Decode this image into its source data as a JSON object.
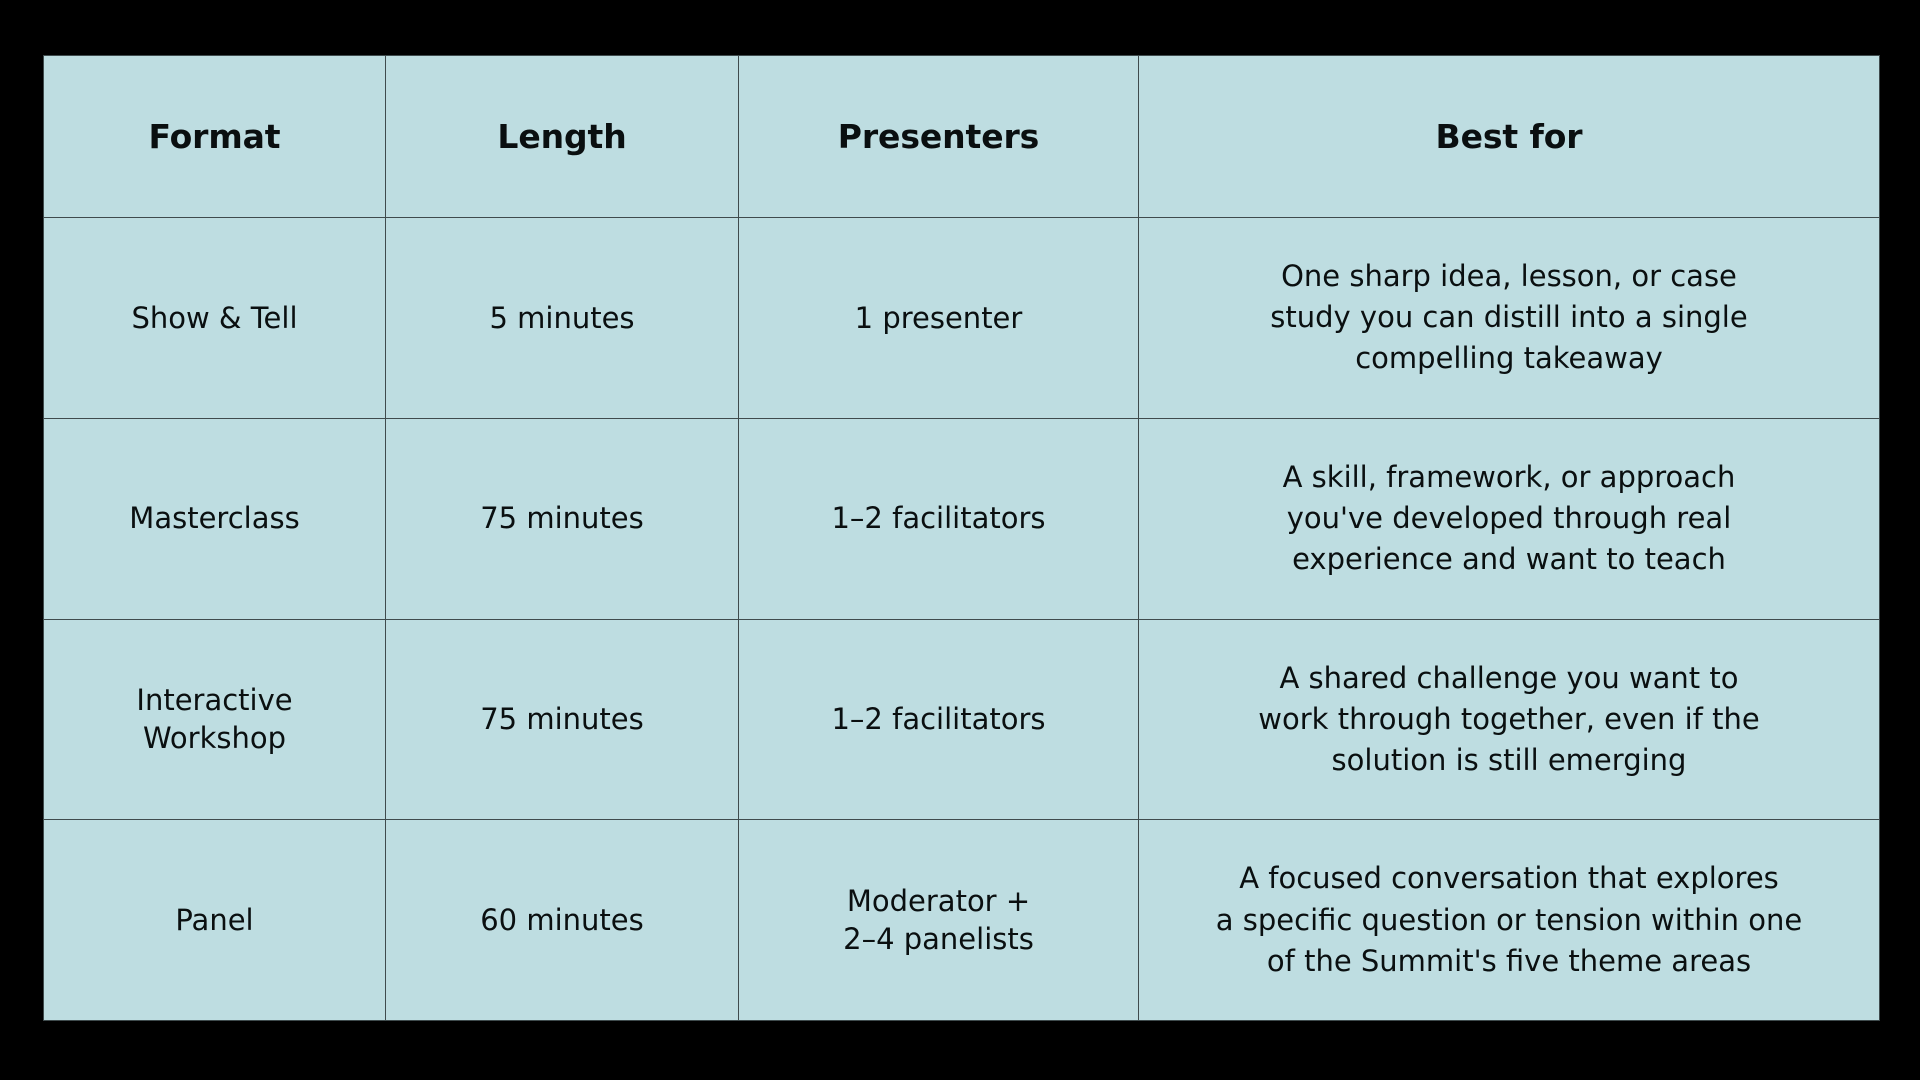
{
  "slide": {
    "background_color": "#000000",
    "table_fill_color": "#bedde1",
    "table_border_color": "#3f4b4d",
    "text_color": "#0a0f10"
  },
  "table": {
    "columns": [
      {
        "key": "format",
        "label": "Format"
      },
      {
        "key": "length",
        "label": "Length"
      },
      {
        "key": "presenters",
        "label": "Presenters"
      },
      {
        "key": "best_for",
        "label": "Best for"
      }
    ],
    "rows": [
      {
        "format": "Show & Tell",
        "format_lines": [
          "Show & Tell"
        ],
        "length": "5 minutes",
        "presenters": "1 presenter",
        "presenters_lines": [
          "1 presenter"
        ],
        "best_for": "One sharp idea, lesson, or case study you can distill into a single compelling takeaway",
        "best_for_lines": [
          "One sharp idea, lesson, or case",
          "study you can distill into a single",
          "compelling takeaway"
        ]
      },
      {
        "format": "Masterclass",
        "format_lines": [
          "Masterclass"
        ],
        "length": "75 minutes",
        "presenters": "1–2 facilitators",
        "presenters_lines": [
          "1–2 facilitators"
        ],
        "best_for": "A skill, framework, or approach you've developed through real experience and want to teach",
        "best_for_lines": [
          "A skill, framework, or approach",
          "you've developed through real",
          "experience and want to teach"
        ]
      },
      {
        "format": "Interactive Workshop",
        "format_lines": [
          "Interactive",
          "Workshop"
        ],
        "length": "75 minutes",
        "presenters": "1–2 facilitators",
        "presenters_lines": [
          "1–2 facilitators"
        ],
        "best_for": "A shared challenge you want to work through together, even if the solution is still emerging",
        "best_for_lines": [
          "A shared challenge you want to",
          "work through together, even if the",
          "solution is still emerging"
        ]
      },
      {
        "format": "Panel",
        "format_lines": [
          "Panel"
        ],
        "length": "60 minutes",
        "presenters": "Moderator + 2–4 panelists",
        "presenters_lines": [
          "Moderator +",
          "2–4 panelists"
        ],
        "best_for": "A focused conversation that explores a specific question or tension within one of the Summit's five theme areas",
        "best_for_lines": [
          "A focused conversation that explores",
          "a specific question or tension within one",
          "of the Summit's five theme areas"
        ]
      }
    ]
  }
}
